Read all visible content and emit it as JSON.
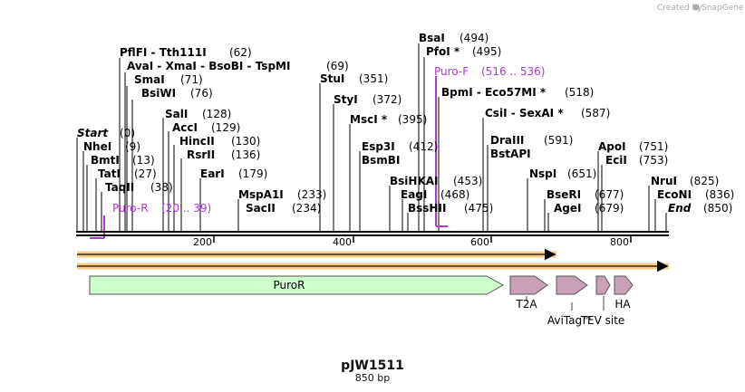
{
  "credit": {
    "text": "Created by",
    "brand": "SnapGene"
  },
  "plasmid": {
    "name": "pJW1511",
    "length_label": "850 bp"
  },
  "sites": [
    {
      "name": "Start",
      "pos": "(0)",
      "italic": true
    },
    {
      "name": "NheI",
      "pos": "(9)"
    },
    {
      "name": "BmtI",
      "pos": "(13)"
    },
    {
      "name": "TatI",
      "pos": "(27)"
    },
    {
      "name": "TaqII",
      "pos": "(38)"
    },
    {
      "name": "PflFI  -  Tth111I",
      "pos": "(62)"
    },
    {
      "name": "AvaI  -  XmaI  -  BsoBI  -  TspMI",
      "pos": "(69)"
    },
    {
      "name": "SmaI",
      "pos": "(71)"
    },
    {
      "name": "BsiWI",
      "pos": "(76)"
    },
    {
      "name": "SalI",
      "pos": "(128)"
    },
    {
      "name": "AccI",
      "pos": "(129)"
    },
    {
      "name": "HincII",
      "pos": "(130)"
    },
    {
      "name": "RsrII",
      "pos": "(136)"
    },
    {
      "name": "EarI",
      "pos": "(179)"
    },
    {
      "name": "MspA1I",
      "pos": "(233)"
    },
    {
      "name": "SacII",
      "pos": "(234)"
    },
    {
      "name": "StuI",
      "pos": "(351)"
    },
    {
      "name": "StyI",
      "pos": "(372)"
    },
    {
      "name": "MscI *",
      "pos": "(395)"
    },
    {
      "name": "Esp3I",
      "pos": "(412)"
    },
    {
      "name": "BsmBI",
      "pos": ""
    },
    {
      "name": "BsiHKAI",
      "pos": "(453)"
    },
    {
      "name": "EagI",
      "pos": "(468)"
    },
    {
      "name": "BssHII",
      "pos": "(475)"
    },
    {
      "name": "BsaI",
      "pos": "(494)"
    },
    {
      "name": "PfoI *",
      "pos": "(495)"
    },
    {
      "name": "BpmI  -  Eco57MI *",
      "pos": "(518)"
    },
    {
      "name": "CsiI  -  SexAI *",
      "pos": "(587)"
    },
    {
      "name": "DraIII",
      "pos": "(591)"
    },
    {
      "name": "BstAPI",
      "pos": ""
    },
    {
      "name": "NspI",
      "pos": "(651)"
    },
    {
      "name": "BseRI",
      "pos": "(677)"
    },
    {
      "name": "AgeI",
      "pos": "(679)"
    },
    {
      "name": "ApoI",
      "pos": "(751)"
    },
    {
      "name": "EciI",
      "pos": "(753)"
    },
    {
      "name": "NruI",
      "pos": "(825)"
    },
    {
      "name": "EcoNI",
      "pos": "(836)"
    },
    {
      "name": "End",
      "pos": "(850)",
      "italic": true
    }
  ],
  "primers": [
    {
      "name": "Puro-R",
      "range": "(20 .. 39)"
    },
    {
      "name": "Puro-F",
      "range": "(516 .. 536)"
    }
  ],
  "ruler": {
    "ticks": [
      "200",
      "400",
      "600",
      "800"
    ]
  },
  "features": [
    {
      "name": "PuroR"
    },
    {
      "name": "T2A"
    },
    {
      "name": "AviTag™"
    },
    {
      "name": "TEV site"
    },
    {
      "name": "HA"
    }
  ],
  "colors": {
    "feature_green": "#ccffcc",
    "feature_pink": "#c9a0b6",
    "orf_orange": "#f5a623",
    "primer": "#b034d6"
  }
}
